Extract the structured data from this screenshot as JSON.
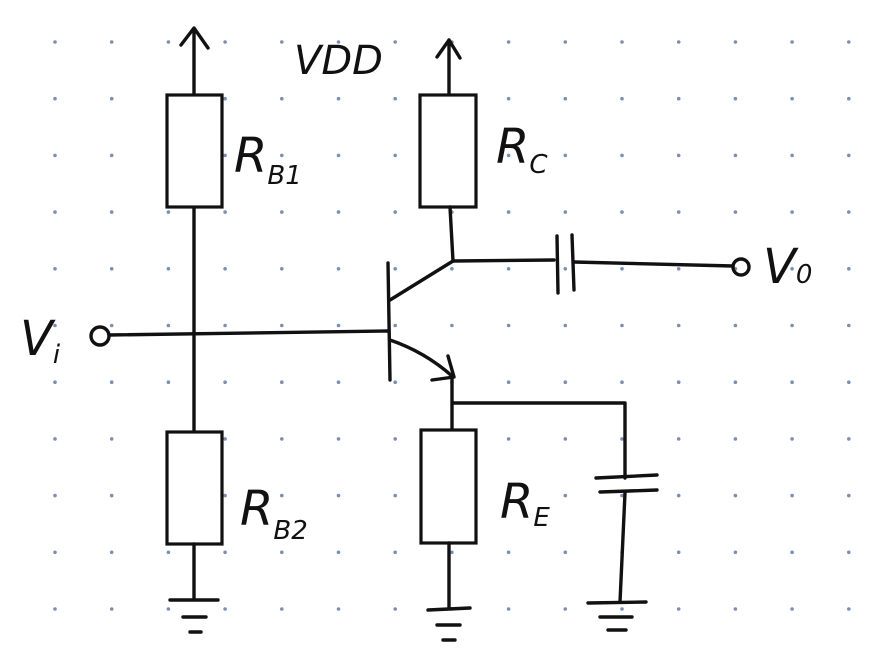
{
  "labels": {
    "vdd": "VDD",
    "rb1": {
      "main": "R",
      "sub": "B1"
    },
    "rb2": {
      "main": "R",
      "sub": "B2"
    },
    "rc": {
      "main": "R",
      "sub": "C"
    },
    "re": {
      "main": "R",
      "sub": "E"
    },
    "vi": {
      "main": "V",
      "sub": "i"
    },
    "vo": {
      "main": "V",
      "sub": "0"
    }
  },
  "colors": {
    "ink": "#111111",
    "grid_dots": "#7d8fb0",
    "background": "#ffffff"
  }
}
